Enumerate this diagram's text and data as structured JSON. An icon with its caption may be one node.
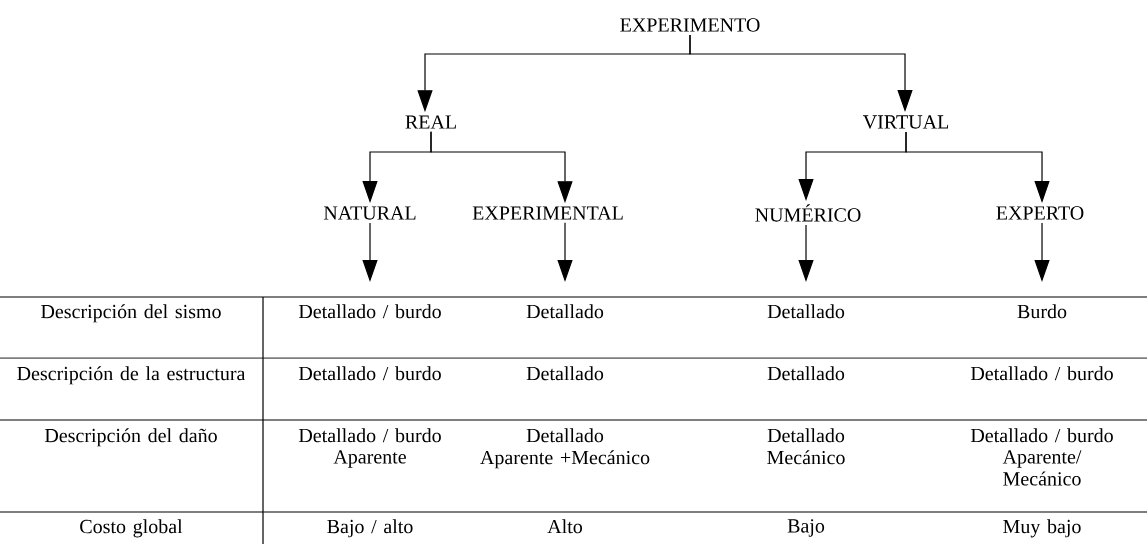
{
  "diagram": {
    "nodes": [
      {
        "text": [
          "EXPERIMENTO"
        ]
      },
      {
        "text": [
          "REAL"
        ]
      },
      {
        "text": [
          "VIRTUAL"
        ]
      },
      {
        "text": [
          "NATURAL"
        ]
      },
      {
        "text": [
          "EXPERIMENTAL"
        ]
      },
      {
        "text": [
          "NUMÉRICO"
        ]
      },
      {
        "text": [
          "EXPERTO"
        ]
      }
    ],
    "edges": [
      {
        "from": 0,
        "to": 1,
        "arrow": "to"
      },
      {
        "from": 0,
        "to": 2,
        "arrow": "to"
      },
      {
        "from": 1,
        "to": 3,
        "arrow": "to"
      },
      {
        "from": 1,
        "to": 4,
        "arrow": "to"
      },
      {
        "from": 2,
        "to": 5,
        "arrow": "to"
      },
      {
        "from": 2,
        "to": 6,
        "arrow": "to"
      },
      {
        "from": 3,
        "to": null,
        "arrow": "to"
      },
      {
        "from": 4,
        "to": null,
        "arrow": "to"
      },
      {
        "from": 5,
        "to": null,
        "arrow": "to"
      },
      {
        "from": 6,
        "to": null,
        "arrow": "to"
      }
    ],
    "labels": [
      "Descripción del sismo",
      "Detallado / burdo",
      "Detallado",
      "Detallado",
      "Burdo",
      "Descripción de la estructura",
      "Detallado / burdo",
      "Detallado",
      "Detallado",
      "Detallado / burdo",
      "Descripción del daño",
      "Detallado / burdo",
      "Aparente",
      "Detallado",
      "Aparente +Mecánico",
      "Detallado",
      "Mecánico",
      "Detallado / burdo",
      "Aparente/ Mecánico",
      "Costo global",
      "Bajo / alto",
      "Alto",
      "Bajo",
      "Muy bajo"
    ]
  }
}
